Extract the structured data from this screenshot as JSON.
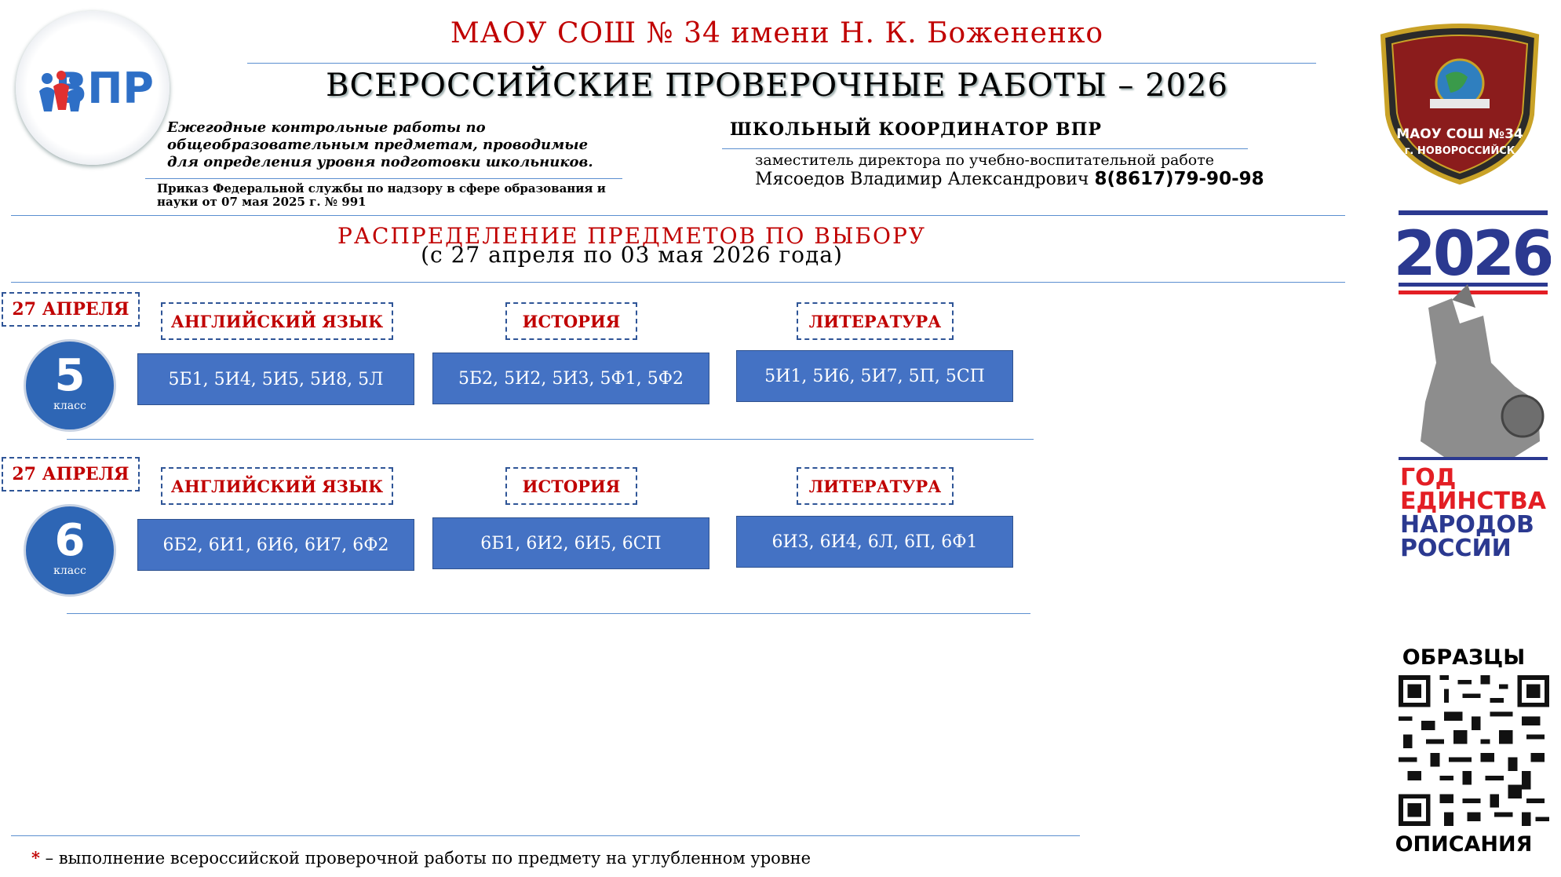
{
  "header": {
    "school": "МАОУ СОШ № 34 имени Н. К. Божененко",
    "title": "ВСЕРОССИЙСКИЕ ПРОВЕРОЧНЫЕ РАБОТЫ – 2026",
    "description_lines": [
      "Ежегодные контрольные работы по",
      "общеобразовательным предметам, проводимые",
      "для определения уровня подготовки школьников."
    ],
    "order_lines": [
      "Приказ Федеральной службы по надзору в сфере образования и",
      "науки от 07 мая 2025 г. № 991"
    ]
  },
  "coordinator": {
    "title": "ШКОЛЬНЫЙ КООРДИНАТОР ВПР",
    "position": "заместитель директора по учебно-воспитательной работе",
    "name": "Мясоедов Владимир Александрович",
    "phone": "8(8617)79-90-98"
  },
  "section": {
    "title": "РАСПРЕДЕЛЕНИЕ ПРЕДМЕТОВ ПО ВЫБОРУ",
    "subtitle": "(с 27 апреля по 03 мая 2026 года)"
  },
  "grades": [
    {
      "date": "27 АПРЕЛЯ",
      "number": "5",
      "label": "класс",
      "subjects": [
        {
          "name": "АНГЛИЙСКИЙ ЯЗЫК",
          "classes": "5Б1, 5И4, 5И5, 5И8, 5Л"
        },
        {
          "name": "ИСТОРИЯ",
          "classes": "5Б2, 5И2, 5И3, 5Ф1, 5Ф2"
        },
        {
          "name": "ЛИТЕРАТУРА",
          "classes": "5И1, 5И6, 5И7, 5П, 5СП"
        }
      ]
    },
    {
      "date": "27 АПРЕЛЯ",
      "number": "6",
      "label": "класс",
      "subjects": [
        {
          "name": "АНГЛИЙСКИЙ ЯЗЫК",
          "classes": "6Б2, 6И1, 6И6, 6И7, 6Ф2"
        },
        {
          "name": "ИСТОРИЯ",
          "classes": "6Б1, 6И2, 6И5, 6СП"
        },
        {
          "name": "ЛИТЕРАТУРА",
          "classes": "6И3, 6И4, 6Л, 6П, 6Ф1"
        }
      ]
    }
  ],
  "footnote": {
    "star": "*",
    "text": " – выполнение всероссийской проверочной работы по предмету на углубленном уровне"
  },
  "logos": {
    "vpr_text": "ВПР",
    "emblem_lines": [
      "МАОУ СОШ №34",
      "г. НОВОРОССИЙСК"
    ],
    "unity_year": "2026",
    "unity_lines": [
      "ГОД",
      "ЕДИНСТВА",
      "НАРОДОВ",
      "РОССИИ"
    ]
  },
  "qr": {
    "top_label": "ОБРАЗЦЫ",
    "bottom_label": "ОПИСАНИЯ"
  },
  "colors": {
    "accent_red": "#c00000",
    "box_blue": "#4472c4",
    "circle_blue": "#2e66b5",
    "line_blue": "#5b8fd0",
    "dash_border": "#2f5597"
  }
}
